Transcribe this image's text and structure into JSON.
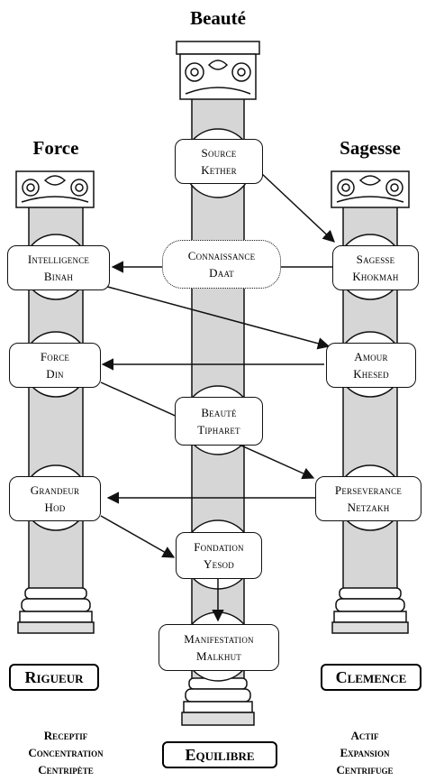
{
  "titles": {
    "center": "Beauté",
    "left": "Force",
    "right": "Sagesse"
  },
  "nodes": {
    "kether": {
      "line1": "Source",
      "line2": "Kether"
    },
    "daat": {
      "line1": "Connaissance",
      "line2": "Daat"
    },
    "binah": {
      "line1": "Intelligence",
      "line2": "Binah"
    },
    "khokmah": {
      "line1": "Sagesse",
      "line2": "Khokmah"
    },
    "din": {
      "line1": "Force",
      "line2": "Din"
    },
    "khesed": {
      "line1": "Amour",
      "line2": "Khesed"
    },
    "tipharet": {
      "line1": "Beauté",
      "line2": "Tipharet"
    },
    "hod": {
      "line1": "Grandeur",
      "line2": "Hod"
    },
    "netzakh": {
      "line1": "Perseverance",
      "line2": "Netzakh"
    },
    "yesod": {
      "line1": "Fondation",
      "line2": "Yesod"
    },
    "malkhut": {
      "line1": "Manifestation",
      "line2": "Malkhut"
    }
  },
  "labels": {
    "left": "Rigueur",
    "right": "Clemence",
    "center": "Equilibre"
  },
  "descriptions": {
    "left": {
      "l1": "Receptif",
      "l2": "Concentration",
      "l3": "Centripète"
    },
    "right": {
      "l1": "Actif",
      "l2": "Expansion",
      "l3": "Centrifuge"
    }
  },
  "colors": {
    "column": "#d6d6d6",
    "stroke": "#111111",
    "background": "#ffffff"
  }
}
